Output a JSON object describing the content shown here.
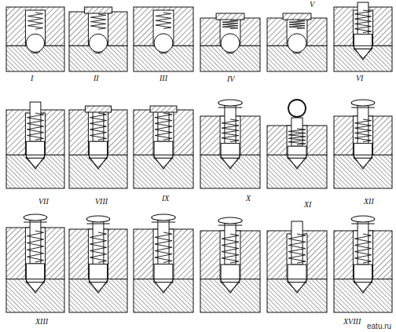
{
  "diagram": {
    "labels": [
      "I",
      "II",
      "III",
      "IV",
      "V",
      "VI",
      "VII",
      "VIII",
      "IX",
      "X",
      "XI",
      "XII",
      "XIII",
      "XVIII",
      "eatu.ru"
    ]
  }
}
